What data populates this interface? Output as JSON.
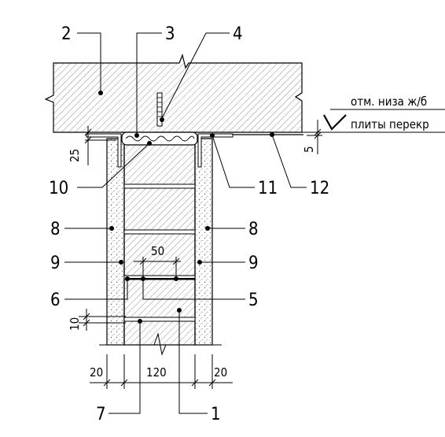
{
  "callouts": {
    "c1": "1",
    "c2": "2",
    "c3": "3",
    "c4": "4",
    "c5": "5",
    "c6": "6",
    "c7": "7",
    "c8_left": "8",
    "c8_right": "8",
    "c9_left": "9",
    "c9_right": "9",
    "c10": "10",
    "c11": "11",
    "c12": "12"
  },
  "dimensions": {
    "top_gap": "25",
    "slab_gap": "5",
    "block_step": "50",
    "bottom_gap": "10",
    "plaster_left": "20",
    "block_width": "120",
    "plaster_right": "20"
  },
  "elevation": {
    "line1": "отм. низа ж/б",
    "line2": "плиты перекр"
  }
}
